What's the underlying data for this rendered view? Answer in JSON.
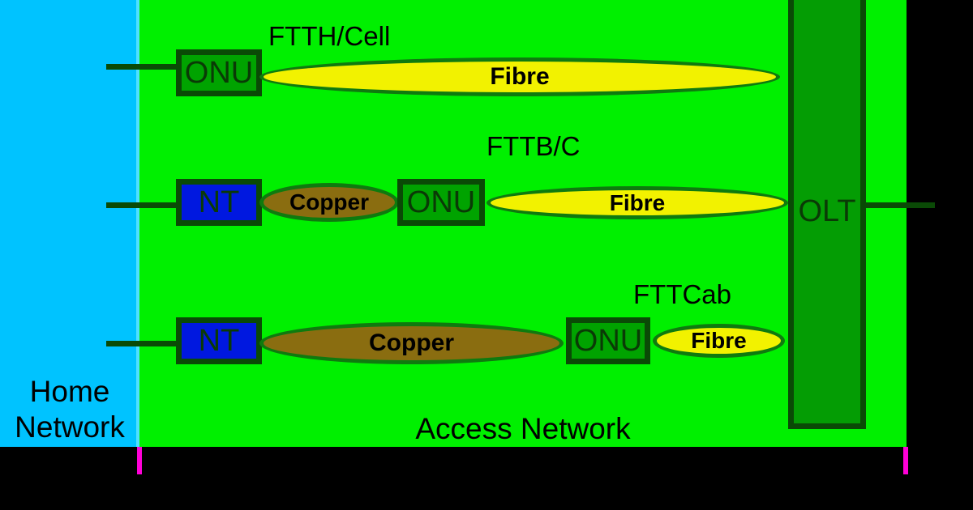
{
  "zones": {
    "home": {
      "label": "Home\nNetwork",
      "color": "#00c3ff"
    },
    "access": {
      "label": "Access Network",
      "color": "#00f000"
    }
  },
  "colors": {
    "home_panel": "#00c3ff",
    "access_panel": "#00f000",
    "device_border": "#0a4a06",
    "onu_fill": "#00a300",
    "nt_fill": "#0018e0",
    "olt_fill": "#049d04",
    "fibre_fill": "#f2f200",
    "copper_fill": "#8a6d10",
    "tick": "#ff00d8",
    "background": "#000000"
  },
  "rows": [
    {
      "name": "ftth",
      "tech_label": "FTTH/Cell",
      "devices": [
        {
          "type": "onu",
          "label": "ONU"
        }
      ],
      "media": [
        {
          "type": "fibre",
          "label": "Fibre"
        }
      ]
    },
    {
      "name": "fttbc",
      "tech_label": "FTTB/C",
      "devices": [
        {
          "type": "nt",
          "label": "NT"
        },
        {
          "type": "onu",
          "label": "ONU"
        }
      ],
      "media": [
        {
          "type": "copper",
          "label": "Copper"
        },
        {
          "type": "fibre",
          "label": "Fibre"
        }
      ]
    },
    {
      "name": "fttcab",
      "tech_label": "FTTCab",
      "devices": [
        {
          "type": "nt",
          "label": "NT"
        },
        {
          "type": "onu",
          "label": "ONU"
        }
      ],
      "media": [
        {
          "type": "copper",
          "label": "Copper"
        },
        {
          "type": "fibre",
          "label": "Fibre"
        }
      ]
    }
  ],
  "olt": {
    "label": "OLT"
  }
}
